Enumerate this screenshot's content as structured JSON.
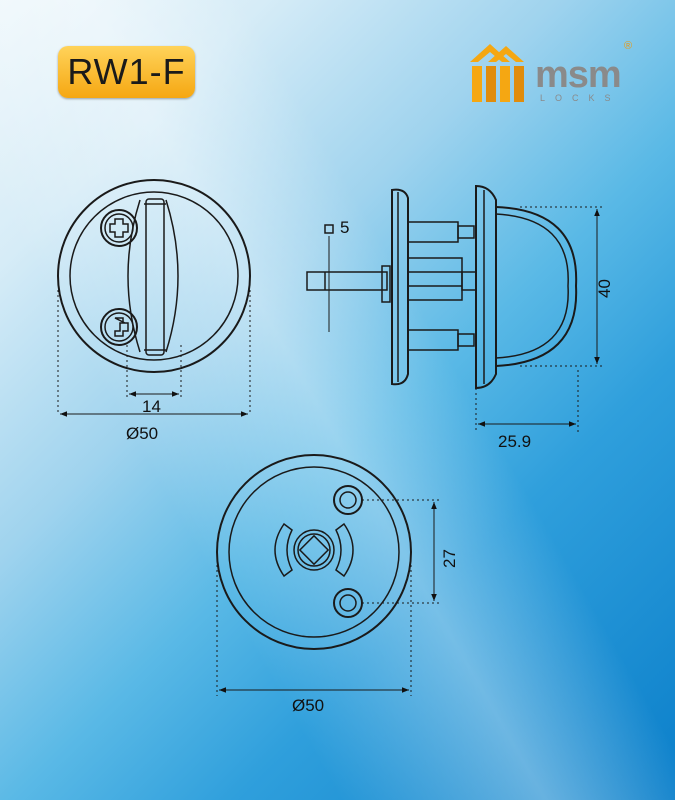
{
  "model": "RW1-F",
  "brand": {
    "name": "msm",
    "subtitle": "LOCKS",
    "registered": "®",
    "colors": {
      "orange": "#f5a712",
      "gray": "#8a8a8a"
    }
  },
  "dimensions": {
    "front_inner": "14",
    "front_diameter": "Ø50",
    "side_square": "5",
    "side_height": "40",
    "side_depth": "25.9",
    "back_spacing": "27",
    "back_diameter": "Ø50"
  },
  "colors": {
    "line": "#1a1a1a",
    "accent_gold": "#f5a712"
  }
}
